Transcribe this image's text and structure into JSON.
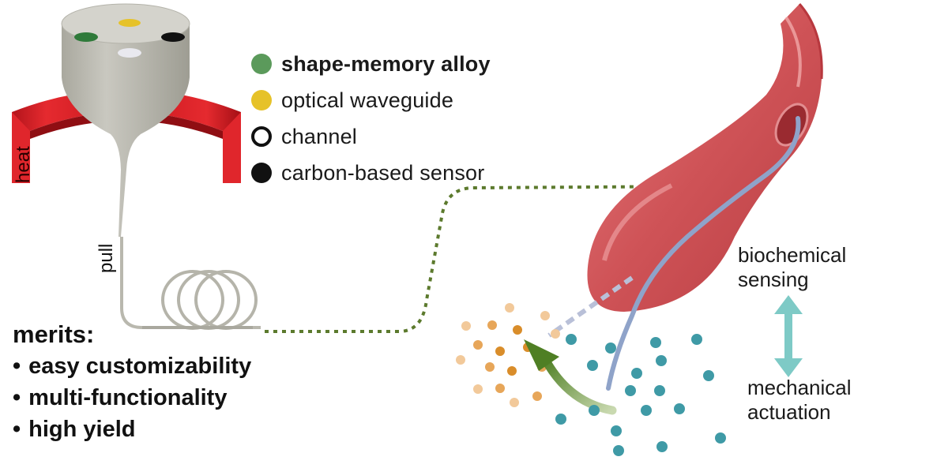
{
  "legend": [
    {
      "label": "shape-memory alloy",
      "color": "#5b9a5b",
      "bold": true,
      "hollow": false
    },
    {
      "label": "optical waveguide",
      "color": "#e6c229",
      "bold": false,
      "hollow": false
    },
    {
      "label": "channel",
      "color": "#ffffff",
      "bold": false,
      "hollow": true
    },
    {
      "label": "carbon-based sensor",
      "color": "#111111",
      "bold": false,
      "hollow": false
    }
  ],
  "labels": {
    "heat": "heat",
    "pull": "pull",
    "biochemical": "biochemical",
    "sensing": "sensing",
    "mechanical": "mechanical",
    "actuation": "actuation"
  },
  "merits": {
    "title": "merits:",
    "items": [
      "easy customizability",
      "multi-functionality",
      "high yield"
    ]
  },
  "colors": {
    "preform": "#bcbbb2",
    "heater": "#d9232a",
    "vessel": "#d65f63",
    "fiber": "#8fa3c9",
    "dotted_path": "#5c7a2d",
    "arrow_green": "#5f8a30",
    "double_arrow": "#7ecac6",
    "orange_particle": "#e0a35a",
    "teal_particle": "#3f9aa6"
  }
}
